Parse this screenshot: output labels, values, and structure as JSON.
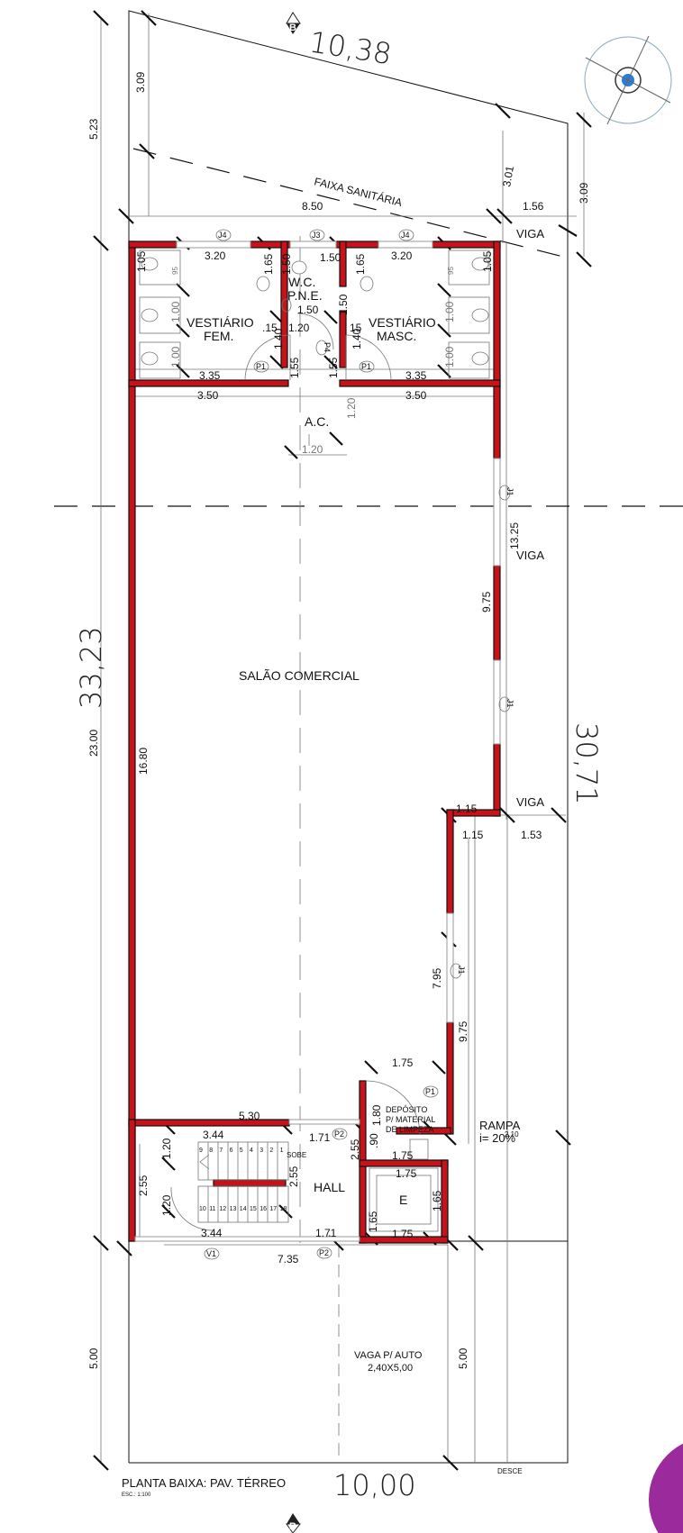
{
  "drawing": {
    "title": "PLANTA BAIXA: PAV. TÉRREO",
    "scale": "ESC.: 1:100",
    "section_marker": "B"
  },
  "overall_dims": {
    "top_frontage": "10,38",
    "bottom_frontage": "10,00",
    "left_depth": "33,23",
    "right_depth": "30,71"
  },
  "labels": {
    "faixa": "FAIXA SANITÁRIA",
    "viga": "VIGA",
    "rampa": "RAMPA",
    "rampa_slope": "i= 20%",
    "desce": "DESCE",
    "sobe": "SOBE",
    "vaga_line1": "VAGA P/ AUTO",
    "vaga_line2": "2,40X5,00"
  },
  "rooms": {
    "vest_fem_1": "VESTIÁRIO",
    "vest_fem_2": "FEM.",
    "vest_masc_1": "VESTIÁRIO",
    "vest_masc_2": "MASC.",
    "wc_1": "W.C.",
    "wc_2": "P.N.E.",
    "ac": "A.C.",
    "salao": "SALÃO COMERCIAL",
    "deposito_1": "DEPÓSITO",
    "deposito_2": "P/ MATERIAL",
    "deposito_3": "DE LIMPEZA",
    "hall": "HALL",
    "elevator": "E"
  },
  "tags": {
    "J1": "J1",
    "J3": "J3",
    "J4": "J4",
    "P1": "P1",
    "P2": "P2",
    "P4": "P4",
    "V1": "V1"
  },
  "dims": {
    "d523": "5.23",
    "d309l": "3.09",
    "d309r": "3.09",
    "d301": "3.01",
    "d850": "8.50",
    "d156": "1.56",
    "d320a": "3.20",
    "d320b": "3.20",
    "d165a": "1.65",
    "d165b": "1.65",
    "d150a": "1.50",
    "d150b": "1.50",
    "d150c": "1.50",
    "d150d": "1.50",
    "d105a": "1.05",
    "d105b": "1.05",
    "d95a": "95",
    "d95b": "95",
    "d100a": "1.00",
    "d100b": "1.00",
    "d100c": "1.00",
    "d100d": "1.00",
    "d15a": ".15",
    "d15b": "15",
    "d120a": "1.20",
    "d140a": "1.40",
    "d140b": "1.40",
    "d335a": "3.35",
    "d335b": "3.35",
    "d155a": "1.55",
    "d155b": "1.55",
    "d350a": "3.50",
    "d350b": "3.50",
    "d120b": "1.20",
    "d120c": "1.20",
    "d2300": "23.00",
    "d1680": "16.80",
    "d1325": "13.25",
    "d975a": "9.75",
    "d115a": "1.15",
    "d115b": "1.15",
    "d153": "1.53",
    "d795": "7.95",
    "d975b": "9.75",
    "d175a": "1.75",
    "d180": "1.80",
    "d530": "5.30",
    "d344a": "3.44",
    "d171a": "1.71",
    "d120d": "1.20",
    "d255a": "2.55",
    "d255b": "2.55",
    "d255c": "2.55",
    "d90": ".90",
    "d175b": "1.75",
    "d175c": "1.75",
    "d120e": "1.20",
    "d165c": "1.65",
    "d165d": "1.65",
    "d344b": "3.44",
    "d171b": "1.71",
    "d175d": "1.75",
    "d735": "7.35",
    "d500a": "5.00",
    "d500b": "5.00",
    "d210": "2.10"
  },
  "stairs": {
    "up_steps": [
      "9",
      "8",
      "7",
      "6",
      "5",
      "4",
      "3",
      "2",
      "1"
    ],
    "down_steps": [
      "10",
      "11",
      "12",
      "13",
      "14",
      "15",
      "16",
      "17",
      "18"
    ]
  }
}
